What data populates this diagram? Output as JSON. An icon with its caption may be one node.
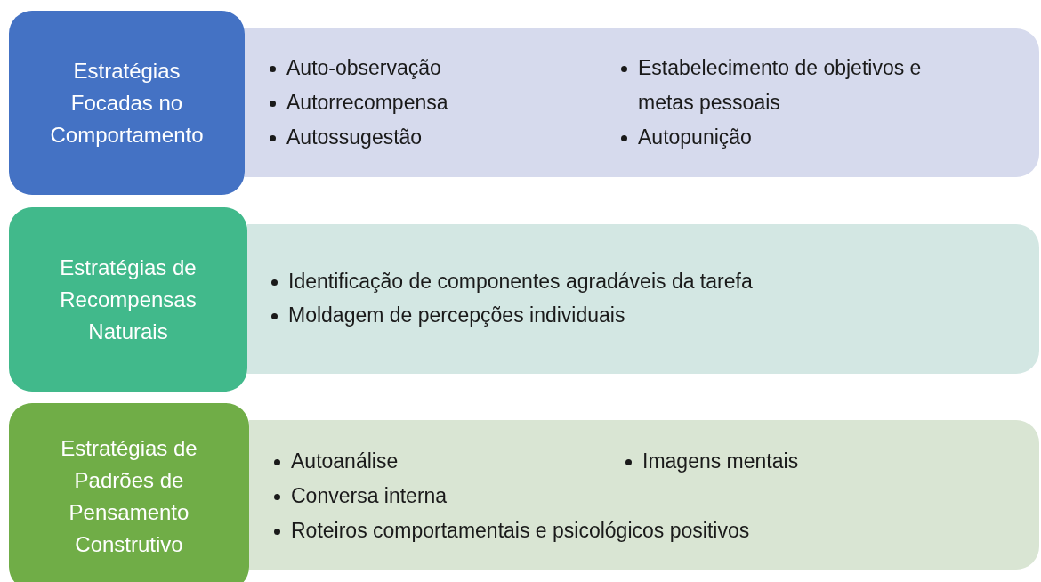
{
  "diagram": {
    "nodes": [
      {
        "text": [
          "Estratégias Focadas no Comportamento"
        ]
      },
      {
        "text": [
          "Auto-observação",
          "Estabelecimento de objetivos e metas pessoais",
          "Autorrecompensa",
          "Autossugestão",
          "Autopunição"
        ]
      },
      {
        "text": [
          "Estratégias de Recompensas Naturais"
        ]
      },
      {
        "text": [
          "Identificação de componentes agradáveis da tarefa",
          "Moldagem de percepções individuais"
        ]
      },
      {
        "text": [
          "Estratégias de Padrões de Pensamento Construtivo"
        ]
      },
      {
        "text": [
          "Autoanálise",
          "Imagens mentais",
          "Conversa interna",
          "Roteiros comportamentais e psicológicos positivos"
        ]
      }
    ]
  }
}
